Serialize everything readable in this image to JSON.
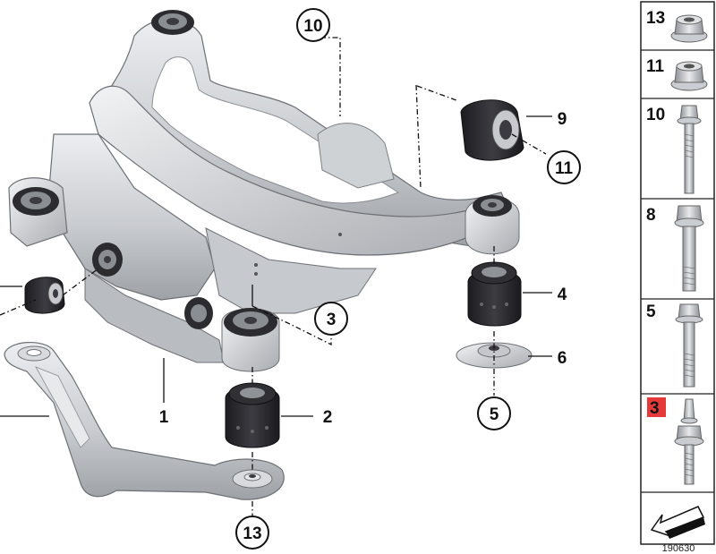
{
  "diagram": {
    "callouts": {
      "c1": "1",
      "c2": "2",
      "c3": "3",
      "c4": "4",
      "c5": "5",
      "c6": "6",
      "c9": "9",
      "c10": "10",
      "c11": "11",
      "c13": "13"
    }
  },
  "parts_panel": {
    "items": [
      {
        "number": "13",
        "highlight": false
      },
      {
        "number": "11",
        "highlight": false
      },
      {
        "number": "10",
        "highlight": false
      },
      {
        "number": "8",
        "highlight": false
      },
      {
        "number": "5",
        "highlight": false
      },
      {
        "number": "3",
        "highlight": true
      }
    ],
    "highlight_color": "#e43a3a"
  },
  "drawing_number": "190630",
  "colors": {
    "frame_fill": "#d4d6d9",
    "frame_dark": "#9a9da2",
    "rubber": "#2a2a2e",
    "line": "#111111"
  }
}
